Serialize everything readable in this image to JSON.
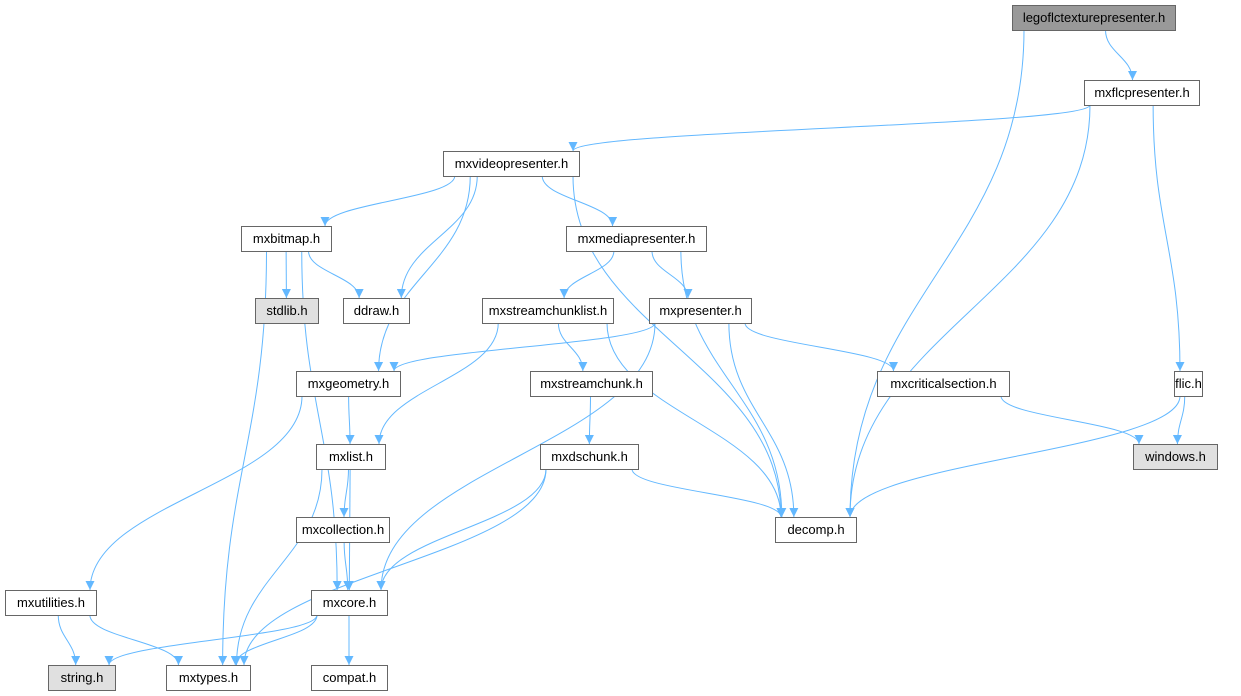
{
  "title": "legoflctexturepresenter.h",
  "colors": {
    "edge": "#63b8ff",
    "root_fill": "#999999",
    "external_fill": "#e0e0e0",
    "node_fill": "#ffffff",
    "border": "#666666"
  },
  "nodes": [
    {
      "id": "legoflctexturepresenter",
      "label": "legoflctexturepresenter.h",
      "kind": "root"
    },
    {
      "id": "mxflcpresenter",
      "label": "mxflcpresenter.h",
      "kind": "normal"
    },
    {
      "id": "mxvideopresenter",
      "label": "mxvideopresenter.h",
      "kind": "normal"
    },
    {
      "id": "mxbitmap",
      "label": "mxbitmap.h",
      "kind": "normal"
    },
    {
      "id": "mxmediapresenter",
      "label": "mxmediapresenter.h",
      "kind": "normal"
    },
    {
      "id": "stdlib",
      "label": "stdlib.h",
      "kind": "external"
    },
    {
      "id": "ddraw",
      "label": "ddraw.h",
      "kind": "normal"
    },
    {
      "id": "mxstreamchunklist",
      "label": "mxstreamchunklist.h",
      "kind": "normal"
    },
    {
      "id": "mxpresenter",
      "label": "mxpresenter.h",
      "kind": "normal"
    },
    {
      "id": "mxgeometry",
      "label": "mxgeometry.h",
      "kind": "normal"
    },
    {
      "id": "mxstreamchunk",
      "label": "mxstreamchunk.h",
      "kind": "normal"
    },
    {
      "id": "mxcriticalsection",
      "label": "mxcriticalsection.h",
      "kind": "normal"
    },
    {
      "id": "flic",
      "label": "flic.h",
      "kind": "normal"
    },
    {
      "id": "windows",
      "label": "windows.h",
      "kind": "external"
    },
    {
      "id": "mxlist",
      "label": "mxlist.h",
      "kind": "normal"
    },
    {
      "id": "mxdschunk",
      "label": "mxdschunk.h",
      "kind": "normal"
    },
    {
      "id": "decomp",
      "label": "decomp.h",
      "kind": "normal"
    },
    {
      "id": "mxcollection",
      "label": "mxcollection.h",
      "kind": "normal"
    },
    {
      "id": "mxutilities",
      "label": "mxutilities.h",
      "kind": "normal"
    },
    {
      "id": "mxcore",
      "label": "mxcore.h",
      "kind": "normal"
    },
    {
      "id": "string",
      "label": "string.h",
      "kind": "external"
    },
    {
      "id": "mxtypes",
      "label": "mxtypes.h",
      "kind": "normal"
    },
    {
      "id": "compat",
      "label": "compat.h",
      "kind": "normal"
    }
  ],
  "edges": [
    [
      "legoflctexturepresenter",
      "mxflcpresenter"
    ],
    [
      "legoflctexturepresenter",
      "decomp"
    ],
    [
      "mxflcpresenter",
      "mxvideopresenter"
    ],
    [
      "mxflcpresenter",
      "decomp"
    ],
    [
      "mxflcpresenter",
      "flic"
    ],
    [
      "mxvideopresenter",
      "mxbitmap"
    ],
    [
      "mxvideopresenter",
      "ddraw"
    ],
    [
      "mxvideopresenter",
      "mxgeometry"
    ],
    [
      "mxvideopresenter",
      "mxmediapresenter"
    ],
    [
      "mxvideopresenter",
      "decomp"
    ],
    [
      "mxbitmap",
      "stdlib"
    ],
    [
      "mxbitmap",
      "ddraw"
    ],
    [
      "mxbitmap",
      "mxcore"
    ],
    [
      "mxbitmap",
      "mxtypes"
    ],
    [
      "mxmediapresenter",
      "mxstreamchunklist"
    ],
    [
      "mxmediapresenter",
      "mxpresenter"
    ],
    [
      "mxmediapresenter",
      "decomp"
    ],
    [
      "mxstreamchunklist",
      "mxlist"
    ],
    [
      "mxstreamchunklist",
      "mxstreamchunk"
    ],
    [
      "mxstreamchunklist",
      "decomp"
    ],
    [
      "mxpresenter",
      "mxgeometry"
    ],
    [
      "mxpresenter",
      "mxcore"
    ],
    [
      "mxpresenter",
      "decomp"
    ],
    [
      "mxpresenter",
      "mxcriticalsection"
    ],
    [
      "mxgeometry",
      "mxlist"
    ],
    [
      "mxgeometry",
      "mxutilities"
    ],
    [
      "mxstreamchunk",
      "mxdschunk"
    ],
    [
      "mxcriticalsection",
      "windows"
    ],
    [
      "flic",
      "windows"
    ],
    [
      "flic",
      "decomp"
    ],
    [
      "mxlist",
      "mxcollection"
    ],
    [
      "mxlist",
      "mxcore"
    ],
    [
      "mxlist",
      "mxtypes"
    ],
    [
      "mxdschunk",
      "decomp"
    ],
    [
      "mxdschunk",
      "mxcore"
    ],
    [
      "mxdschunk",
      "mxtypes"
    ],
    [
      "mxcollection",
      "mxcore"
    ],
    [
      "mxutilities",
      "string"
    ],
    [
      "mxutilities",
      "mxtypes"
    ],
    [
      "mxcore",
      "string"
    ],
    [
      "mxcore",
      "mxtypes"
    ],
    [
      "mxcore",
      "compat"
    ]
  ]
}
